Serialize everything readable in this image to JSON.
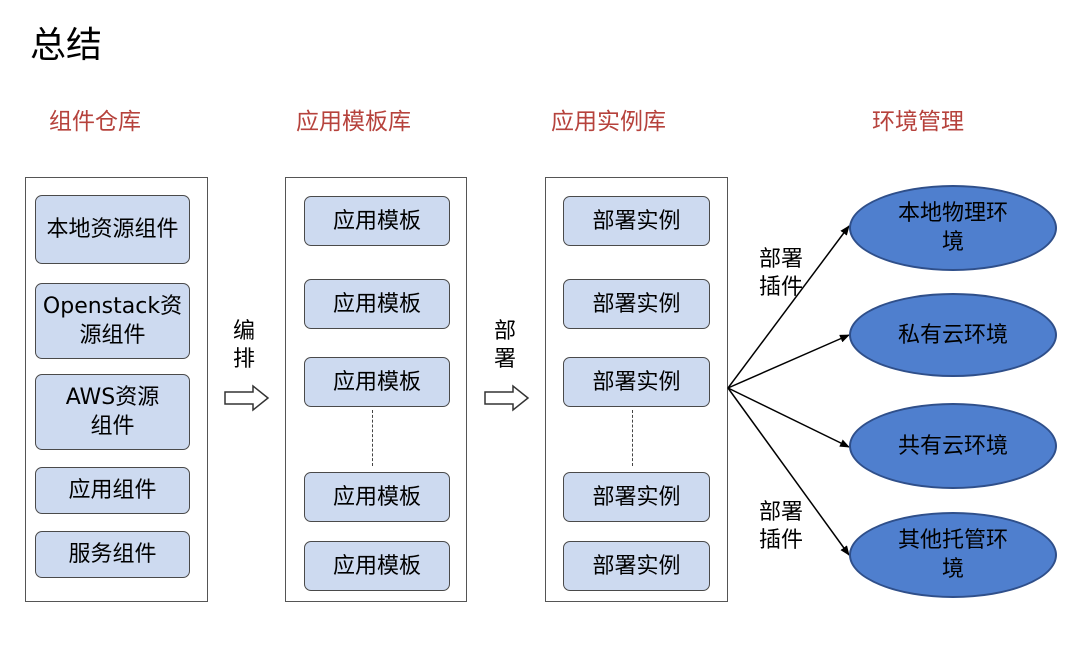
{
  "title": "总结",
  "headers": {
    "component_repo": "组件仓库",
    "template_repo": "应用模板库",
    "instance_repo": "应用实例库",
    "env_mgmt": "环境管理"
  },
  "components": [
    "本地资源组件",
    "Openstack资源组件",
    "AWS资源组件",
    "应用组件",
    "服务组件"
  ],
  "templates": [
    "应用模板",
    "应用模板",
    "应用模板",
    "应用模板",
    "应用模板"
  ],
  "instances": [
    "部署实例",
    "部署实例",
    "部署实例",
    "部署实例",
    "部署实例"
  ],
  "arrow_labels": {
    "orchestrate": "编排",
    "deploy": "部署",
    "deploy_plugin_top": "部署插件",
    "deploy_plugin_bottom": "部署插件"
  },
  "environments": [
    "本地物理环境",
    "私有云环境",
    "共有云环境",
    "其他托管环境"
  ]
}
